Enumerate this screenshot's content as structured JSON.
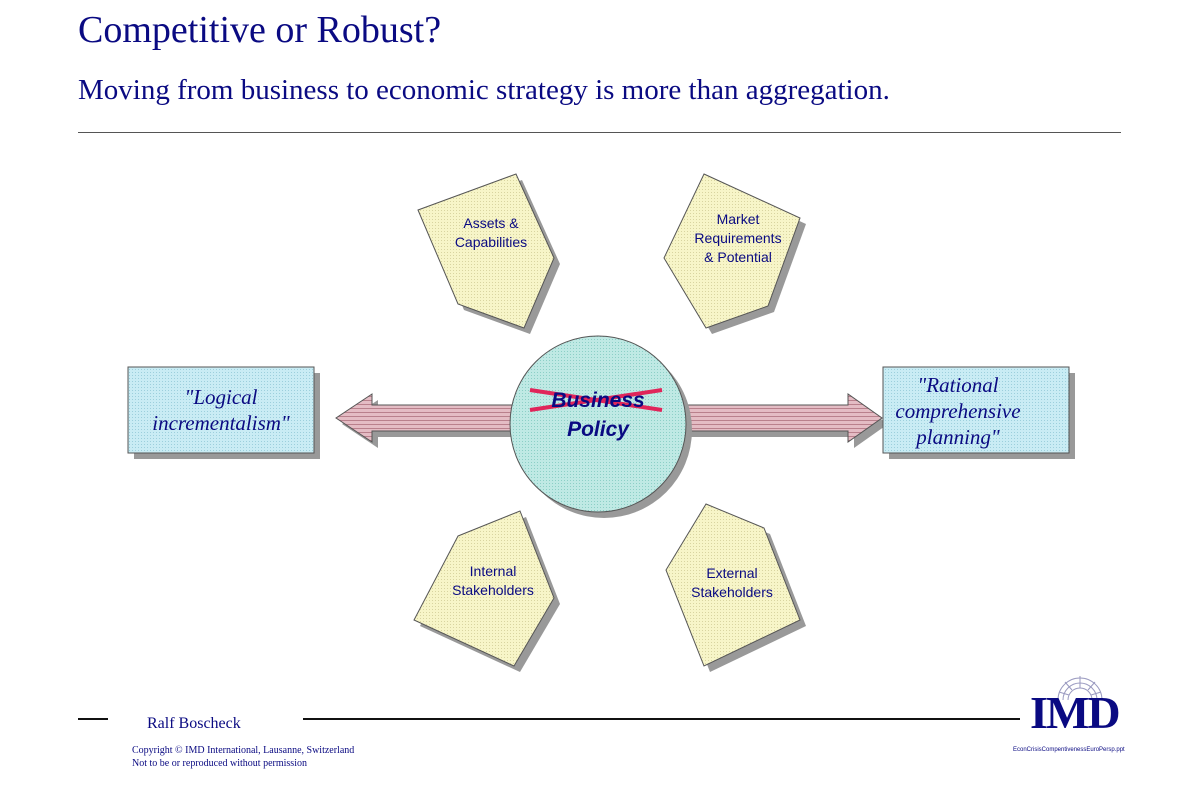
{
  "slide": {
    "title": "Competitive or Robust?",
    "subtitle": "Moving from business to economic strategy is more than aggregation."
  },
  "diagram": {
    "center": {
      "line1": "Business",
      "line2": "Policy"
    },
    "left_box": "\"Logical\nincrementalism\"",
    "right_box": "\"Rational\ncomprehensive\nplanning\"",
    "pentagons": {
      "top_left": "Assets &\nCapabilities",
      "top_right": "Market\nRequirements\n& Potential",
      "bottom_left": "Internal\nStakeholders",
      "bottom_right": "External\nStakeholders"
    }
  },
  "footer": {
    "author": "Ralf Boscheck",
    "copyright": "Copyright © IMD International, Lausanne, Switzerland\nNot to be or reproduced without permission",
    "filename": "EconCrisisCompentivenessEuroPersp.ppt",
    "logo": "IMD"
  },
  "colors": {
    "text": "#0a0a82",
    "pentagon_fill": "#f7f5c8",
    "circle_fill": "#bfe9e4",
    "arrow_fill": "#d9a7b0",
    "box_fill": "#c9ecf4",
    "cross": "#e0255a"
  }
}
